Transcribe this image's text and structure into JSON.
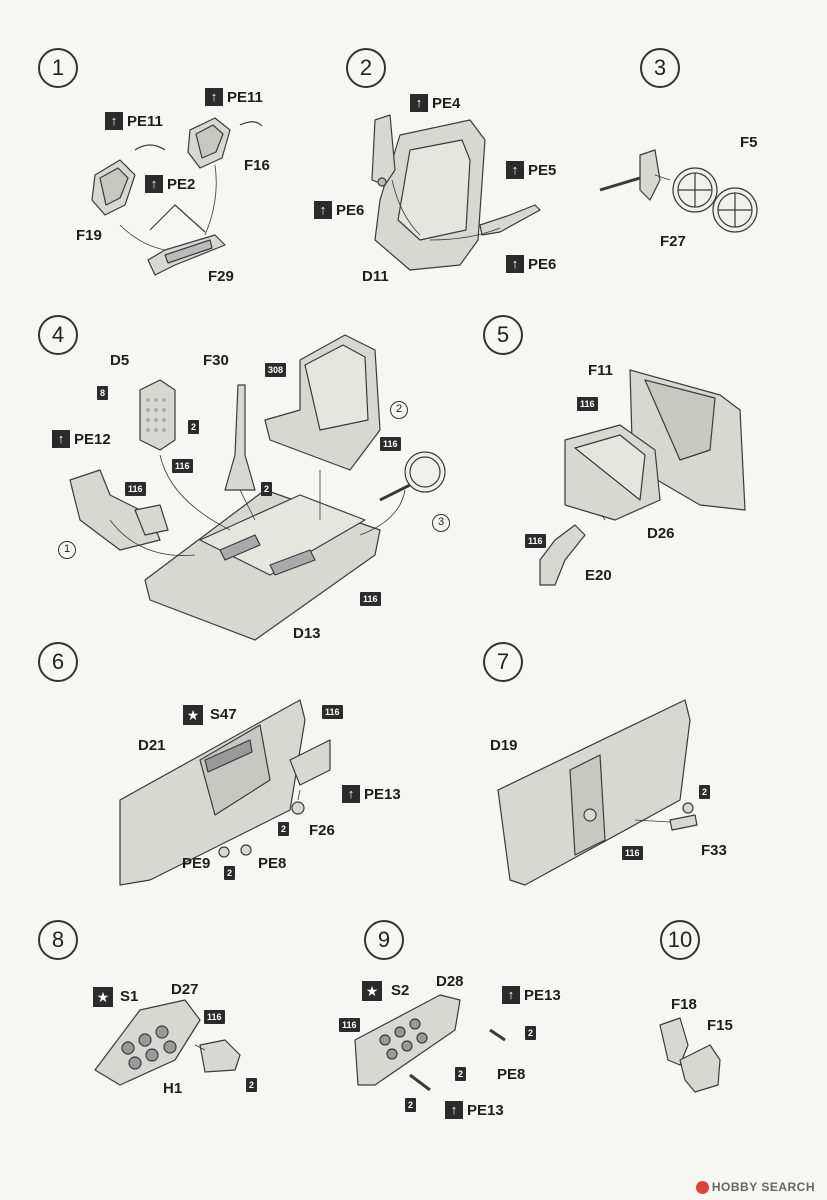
{
  "steps": [
    "1",
    "2",
    "3",
    "4",
    "5",
    "6",
    "7",
    "8",
    "9",
    "10"
  ],
  "parts": {
    "F19": "F19",
    "F29": "F29",
    "F16": "F16",
    "D11": "D11",
    "F5": "F5",
    "F27": "F27",
    "D5": "D5",
    "F30": "F30",
    "D13": "D13",
    "F11": "F11",
    "D26": "D26",
    "E20": "E20",
    "D21": "D21",
    "F26": "F26",
    "PE9": "PE9",
    "PE8_6": "PE8",
    "D19": "D19",
    "F33": "F33",
    "D27": "D27",
    "H1": "H1",
    "D28": "D28",
    "PE8_9": "PE8",
    "F18": "F18",
    "F15": "F15"
  },
  "photo_etch": {
    "PE11_a": "PE11",
    "PE11_b": "PE11",
    "PE2": "PE2",
    "PE4": "PE4",
    "PE6_a": "PE6",
    "PE5": "PE5",
    "PE6_b": "PE6",
    "PE12": "PE12",
    "PE13_6": "PE13",
    "PE13_9a": "PE13",
    "PE13_9b": "PE13"
  },
  "decals": {
    "S47": "S47",
    "S1": "S1",
    "S2": "S2"
  },
  "paint_codes": {
    "c8": "8",
    "c116_4a": "116",
    "c2_4a": "2",
    "c116_4b": "116",
    "c308": "308",
    "c116_4c": "116",
    "c2_4b": "2",
    "c116_4d": "116",
    "c116_5a": "116",
    "c116_5b": "116",
    "c116_6": "116",
    "c2_6a": "2",
    "c2_6b": "2",
    "c2_7": "2",
    "c116_7": "116",
    "c116_8": "116",
    "c2_8": "2",
    "c116_9": "116",
    "c2_9a": "2",
    "c2_9b": "2",
    "c2_9c": "2"
  },
  "refs": {
    "r2": "2",
    "r1": "1",
    "r3": "3"
  },
  "pe_icon": "↑",
  "star_icon": "★",
  "watermark": "HOBBY SEARCH",
  "colors": {
    "part_fill": "#d8d8d3",
    "line": "#3a3a3a",
    "paper": "#f6f6f3"
  }
}
